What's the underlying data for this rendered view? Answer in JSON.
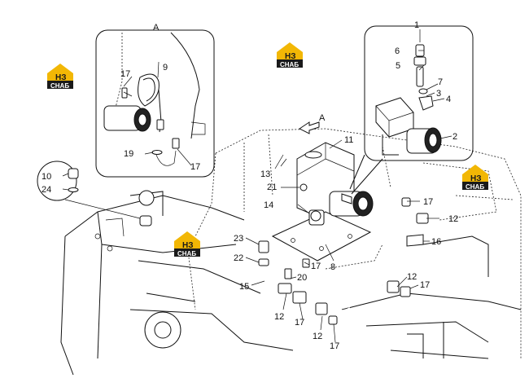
{
  "detail_a_label": "A",
  "view_arrow_label": "A",
  "callouts": {
    "c1": "1",
    "c2": "2",
    "c3": "3",
    "c4": "4",
    "c5": "5",
    "c6": "6",
    "c7": "7",
    "c8": "8",
    "c9": "9",
    "c10": "10",
    "c11": "11",
    "c12a": "12",
    "c12b": "12",
    "c12c": "12",
    "c12d": "12",
    "c13": "13",
    "c14": "14",
    "c15": "15",
    "c16": "16",
    "c17a": "17",
    "c17b": "17",
    "c17c": "17",
    "c17d": "17",
    "c17e": "17",
    "c17f": "17",
    "c17g": "17",
    "c19": "19",
    "c20": "20",
    "c21": "21",
    "c22": "22",
    "c23": "23",
    "c24": "24"
  },
  "logo": {
    "mark": "НЗ",
    "word": "СНАБ",
    "accent": "#f2b705",
    "dark": "#1a1a1a"
  }
}
